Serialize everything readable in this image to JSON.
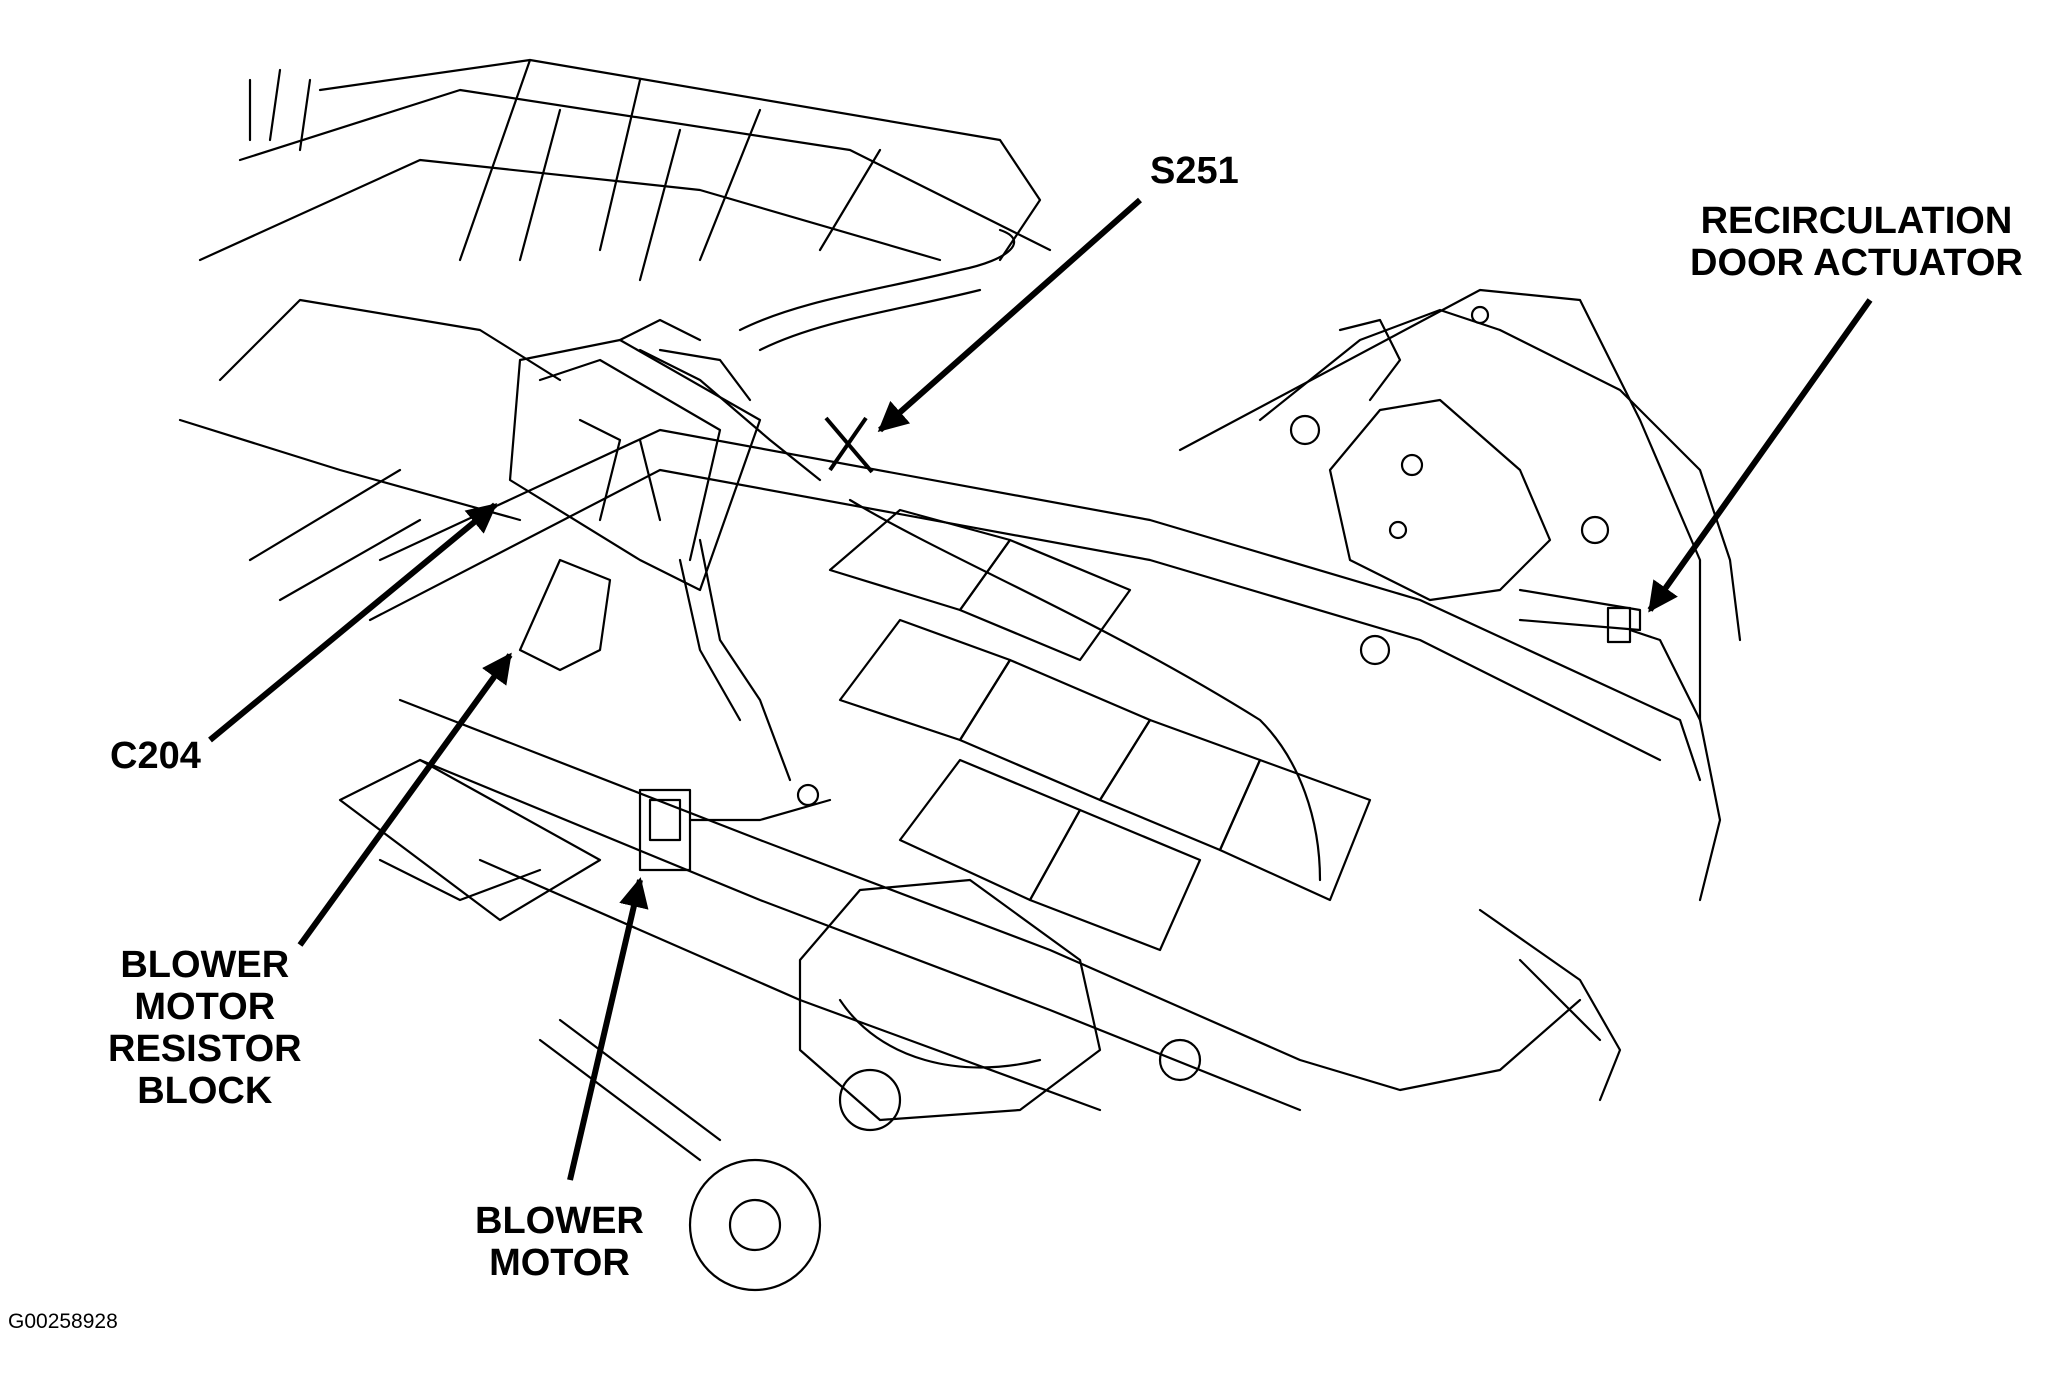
{
  "labels": {
    "s251": "S251",
    "recirculation_door_actuator": [
      "RECIRCULATION",
      "DOOR ACTUATOR"
    ],
    "c204": "C204",
    "blower_motor_resistor_block": [
      "BLOWER",
      "MOTOR",
      "RESISTOR",
      "BLOCK"
    ],
    "blower_motor": [
      "BLOWER",
      "MOTOR"
    ]
  },
  "figure_id": "G00258928",
  "colors": {
    "line": "#000000",
    "background": "#ffffff"
  }
}
